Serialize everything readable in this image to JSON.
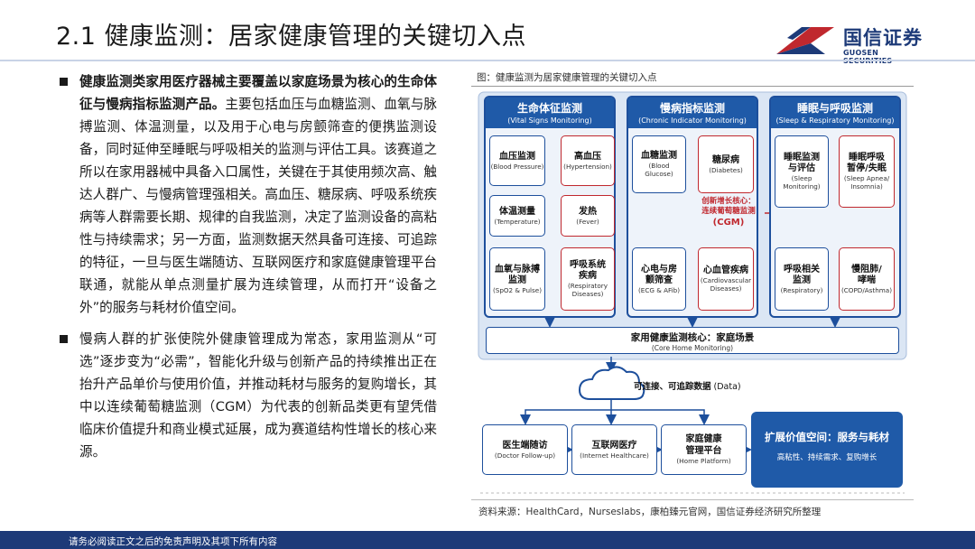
{
  "header": {
    "title": "2.1 健康监测：居家健康管理的关键切入点",
    "logo_cn": "国信证券",
    "logo_en": "GUOSEN SECURITIES"
  },
  "bullets": [
    {
      "strong": "健康监测类家用医疗器械主要覆盖以家庭场景为核心的生命体征与慢病指标监测产品。",
      "text": "主要包括血压与血糖监测、血氧与脉搏监测、体温测量，以及用于心电与房颤筛查的便携监测设备，同时延伸至睡眠与呼吸相关的监测与评估工具。该赛道之所以在家用器械中具备入口属性，关键在于其使用频次高、触达人群广、与慢病管理强相关。高血压、糖尿病、呼吸系统疾病等人群需要长期、规律的自我监测，决定了监测设备的高粘性与持续需求；另一方面，监测数据天然具备可连接、可追踪的特征，一旦与医生端随访、互联网医疗和家庭健康管理平台联通，就能从单点测量扩展为连续管理，从而打开“设备之外”的服务与耗材价值空间。"
    },
    {
      "strong": "",
      "text": "慢病人群的扩张使院外健康管理成为常态，家用监测从“可选”逐步变为“必需”，智能化升级与创新产品的持续推出正在抬升产品单价与使用价值，并推动耗材与服务的复购增长，其中以连续葡萄糖监测（CGM）为代表的创新品类更有望凭借临床价值提升和商业模式延展，成为赛道结构性增长的核心来源。"
    }
  ],
  "figure": {
    "caption": "图：健康监测为居家健康管理的关键切入点",
    "source": "资料来源：HealthCard，Nurseslabs，康柏臻元官网，国信证券经济研究所整理",
    "panels": [
      {
        "cn": "生命体征监测",
        "en": "(Vital Signs Monitoring)"
      },
      {
        "cn": "慢病指标监测",
        "en": "(Chronic Indicator Monitoring)"
      },
      {
        "cn": "睡眠与呼吸监测",
        "en": "(Sleep & Respiratory Monitoring)"
      }
    ],
    "boxes": {
      "bp": {
        "cn": "血压监测",
        "en": "(Blood Pressure)"
      },
      "htn": {
        "cn": "高血压",
        "en": "(Hypertension)"
      },
      "temp": {
        "cn": "体温测量",
        "en": "(Temperature)"
      },
      "fever": {
        "cn": "发热",
        "en": "(Fever)"
      },
      "spo2_cn1": "血氧与脉搏",
      "spo2_cn2": "监测",
      "spo2_en": "(SpO2 & Pulse)",
      "resp_cn1": "呼吸系统",
      "resp_cn2": "疾病",
      "resp_en1": "(Respiratory",
      "resp_en2": "Diseases)",
      "bg_cn": "血糖监测",
      "bg_en1": "(Blood",
      "bg_en2": "Glucose)",
      "dm": {
        "cn": "糖尿病",
        "en": "(Diabetes)"
      },
      "ecg_cn1": "心电与房",
      "ecg_cn2": "颤筛查",
      "ecg_en": "(ECG & AFib)",
      "cvd_cn": "心血管疾病",
      "cvd_en1": "(Cardiovascular",
      "cvd_en2": "Diseases)",
      "sleep_cn1": "睡眠监测",
      "sleep_cn2": "与评估",
      "sleep_en1": "(Sleep",
      "sleep_en2": "Monitoring)",
      "apnea_cn1": "睡眠呼吸",
      "apnea_cn2": "暂停/失眠",
      "apnea_en1": "(Sleep Apnea/",
      "apnea_en2": "Insomnia)",
      "respmon_cn1": "呼吸相关",
      "respmon_cn2": "监测",
      "respmon_en": "(Respiratory)",
      "copd_cn1": "慢阻肺/",
      "copd_cn2": "哮喘",
      "copd_en": "(COPD/Asthma)"
    },
    "cgm_note": {
      "l1": "创新增长核心：",
      "l2": "连续葡萄糖监测",
      "l3": "(CGM)"
    },
    "core": {
      "cn": "家用健康监测核心：家庭场景",
      "en": "(Core Home Monitoring)"
    },
    "data_label": {
      "cn": "可连接、可追踪数据",
      "en": " (Data)"
    },
    "bottom": [
      {
        "cn": "医生端随访",
        "en": "(Doctor Follow-up)"
      },
      {
        "cn": "互联网医疗",
        "en": "(Internet Healthcare)"
      },
      {
        "cn1": "家庭健康",
        "cn2": "管理平台",
        "en": "(Home Platform)"
      }
    ],
    "expand": {
      "title": "扩展价值空间：服务与耗材",
      "sub": "高粘性、持续需求、复购增长"
    },
    "colors": {
      "primary": "#1f5aa8",
      "accent_red": "#c0282e",
      "panel_bg": "#eef3fa"
    }
  },
  "footer": {
    "text": "请务必阅读正文之后的免责声明及其项下所有内容"
  }
}
